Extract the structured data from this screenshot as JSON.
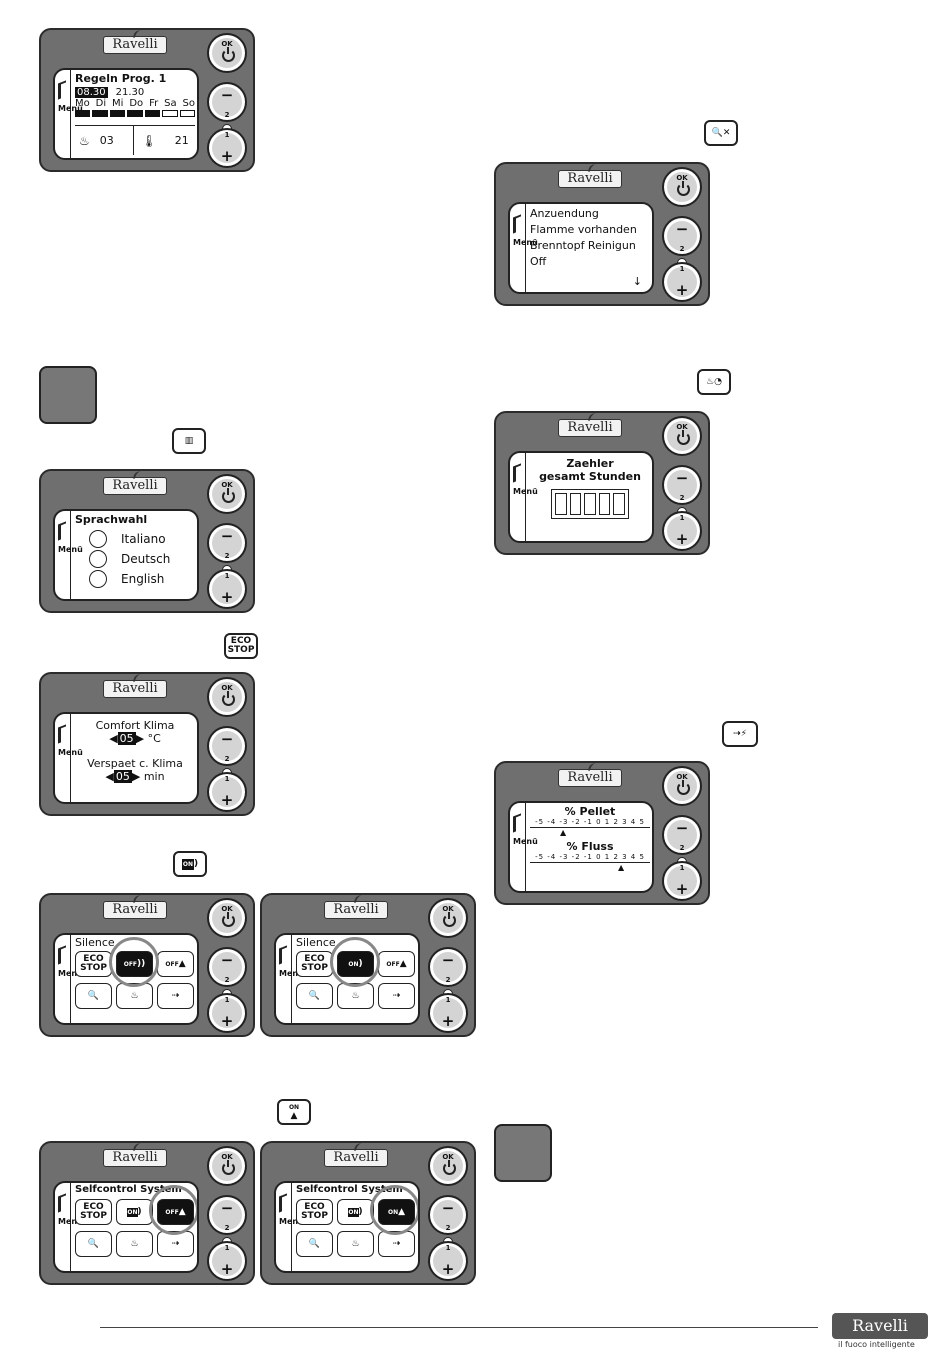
{
  "brand": "Ravelli",
  "menu_label": "Menü",
  "buttons": {
    "ok": "OK",
    "minus": "−",
    "minus_num": "2",
    "plus": "+",
    "plus_num": "1"
  },
  "panel_prog": {
    "title": "Regeln Prog. 1",
    "time_on": "08.30",
    "time_off": "21.30",
    "days": [
      "Mo",
      "Di",
      "Mi",
      "Do",
      "Fr",
      "Sa",
      "So"
    ],
    "day_active": [
      true,
      true,
      true,
      true,
      true,
      false,
      false
    ],
    "power": "03",
    "temp": "21"
  },
  "panel_lang": {
    "title": "Sprachwahl",
    "languages": [
      "Italiano",
      "Deutsch",
      "English"
    ]
  },
  "panel_eco": {
    "label1": "Comfort Klima",
    "value1": "05",
    "unit1": "°C",
    "label2": "Verspaet c. Klima",
    "value2": "05",
    "unit2": "min"
  },
  "icon_eco": {
    "line1": "ECO",
    "line2": "STOP"
  },
  "panel_silence_a": {
    "title": "Silence",
    "eco1": "ECO",
    "eco2": "STOP",
    "snd": "OFF",
    "self": "OFF"
  },
  "panel_silence_b": {
    "title": "Silence",
    "eco1": "ECO",
    "eco2": "STOP",
    "snd": "ON",
    "self": "OFF"
  },
  "panel_self_a": {
    "title": "Selfcontrol System",
    "eco1": "ECO",
    "eco2": "STOP",
    "snd": "ON",
    "self": "OFF"
  },
  "panel_self_b": {
    "title": "Selfcontrol System",
    "eco1": "ECO",
    "eco2": "STOP",
    "snd": "ON",
    "self": "ON"
  },
  "icon_sound": "ON",
  "icon_self": "ON",
  "panel_diag": {
    "lines": [
      "Anzuendung",
      "Flamme vorhanden",
      "Brenntopf Reinigun",
      "Off"
    ]
  },
  "panel_counter": {
    "line1": "Zaehler",
    "line2": "gesamt Stunden"
  },
  "panel_pellet": {
    "title1": "% Pellet",
    "title2": "% Fluss",
    "scale": "-5 -4 -3 -2 -1 0 1 2 3 4 5"
  },
  "footer": {
    "logo": "Ravelli",
    "tagline": "il fuoco intelligente"
  }
}
